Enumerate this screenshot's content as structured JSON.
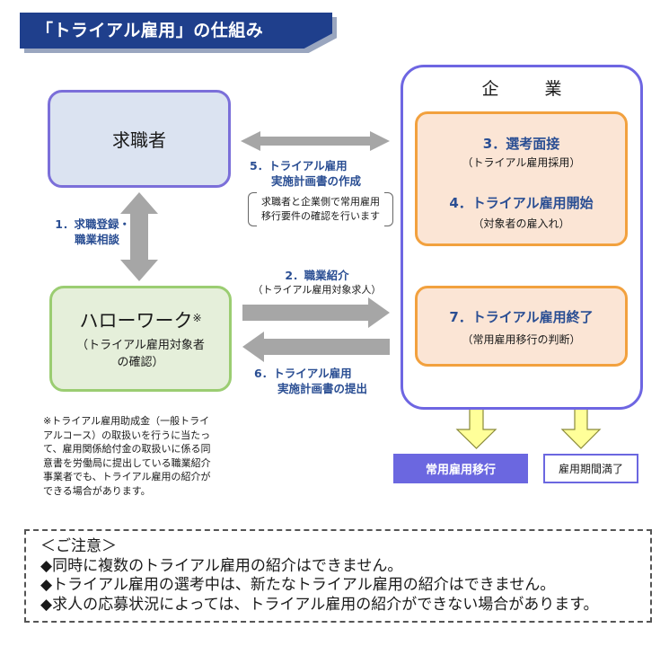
{
  "title": "「トライアル雇用」の仕組み",
  "nodes": {
    "job_seeker": "求職者",
    "hello_work": {
      "name": "ハローワーク",
      "mark": "※",
      "sub_line1": "（トライアル雇用対象者",
      "sub_line2": "の確認）"
    },
    "company": "企　業"
  },
  "steps": {
    "step1": {
      "line1": "1．求職登録・",
      "line2": "職業相談"
    },
    "step2": {
      "title": "2．職業紹介",
      "sub": "（トライアル雇用対象求人）"
    },
    "step3": {
      "title": "3．選考面接",
      "sub": "（トライアル雇用採用）"
    },
    "step4": {
      "title": "4．トライアル雇用開始",
      "sub": "（対象者の雇入れ）"
    },
    "step5": {
      "line1": "5．トライアル雇用",
      "line2": "実施計画書の作成",
      "note_line1": "求職者と企業側で常用雇用",
      "note_line2": "移行要件の確認を行います"
    },
    "step6": {
      "line1": "6．トライアル雇用",
      "line2": "実施計画書の提出"
    },
    "step7": {
      "title": "7．トライアル雇用終了",
      "sub": "（常用雇用移行の判断）"
    }
  },
  "outcomes": {
    "regular": "常用雇用移行",
    "expiry": "雇用期間満了"
  },
  "footnote": [
    "※トライアル雇用助成金（一般トライ",
    "アルコース）の取扱いを行うに当たっ",
    "て、雇用関係給付金の取扱いに係る同",
    "意書を労働局に提出している職業紹介",
    "事業者でも、トライアル雇用の紹介が",
    "できる場合があります。"
  ],
  "caution": {
    "heading": "＜ご注意＞",
    "items": [
      "◆同時に複数のトライアル雇用の紹介はできません。",
      "◆トライアル雇用の選考中は、新たなトライアル雇用の紹介はできません。",
      "◆求人の応募状況によっては、トライアル雇用の紹介ができない場合があります。"
    ]
  },
  "colors": {
    "banner": "#1f3f8c",
    "arrow_gray": "#a6a6a6",
    "arrow_yellow": "#ffff99",
    "box_purple": "#6e66e2",
    "box_orange": "#f2a13e",
    "label_blue": "#2a4e93"
  }
}
